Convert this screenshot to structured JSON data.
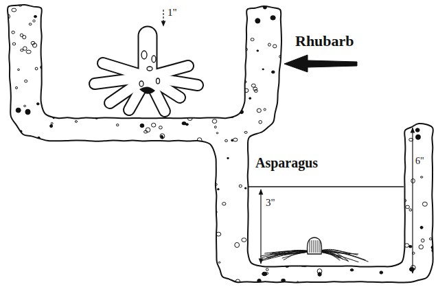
{
  "diagram": {
    "labels": [
      "1\"",
      "Rhubarb",
      "Asparagus",
      "3\"",
      "6\""
    ]
  }
}
